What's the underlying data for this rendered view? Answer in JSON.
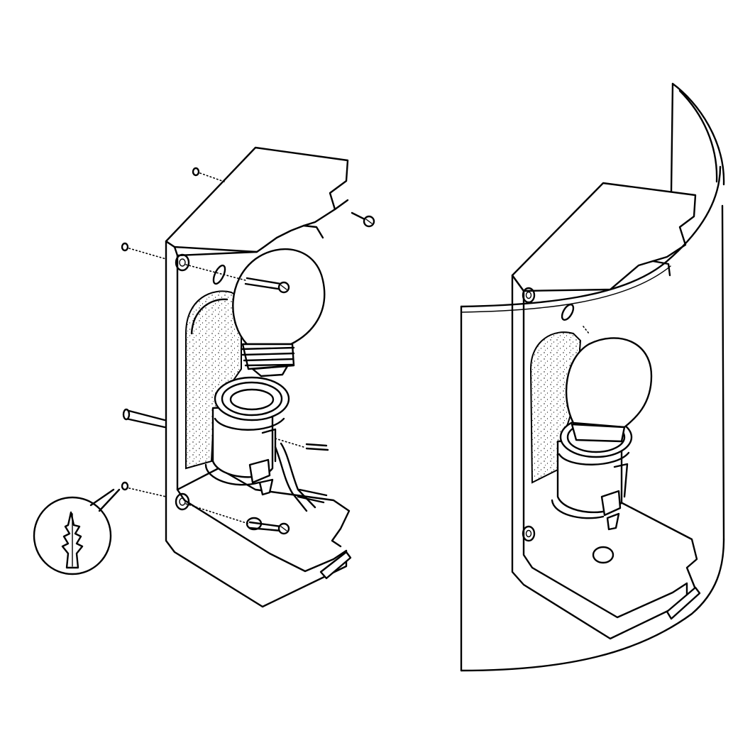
{
  "figure": {
    "kind": "exploded-assembly-drawing",
    "subject": "wall-lamp",
    "panels": [
      "exploded-view",
      "assembled-view"
    ],
    "icons": {
      "bulb": "light-bulb-icon",
      "socket": "lamp-socket-icon",
      "screw": "screw-icon",
      "dowel": "wall-plug-icon",
      "cable": "power-cable-icon"
    },
    "colors": {
      "line": "#000000",
      "background": "#ffffff"
    }
  }
}
